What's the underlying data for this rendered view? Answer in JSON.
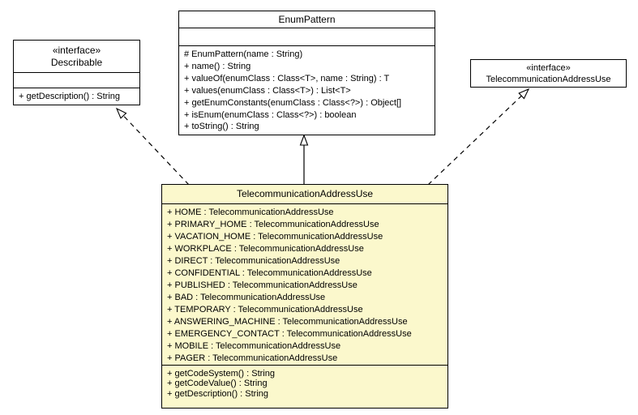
{
  "diagram": {
    "type": "uml-class-diagram",
    "colors": {
      "background": "#ffffff",
      "box_fill": "#ffffff",
      "highlight_fill": "#fbf8cc",
      "border": "#000000",
      "text": "#000000"
    },
    "describable": {
      "stereotype": "«interface»",
      "name": "Describable",
      "methods": [
        "+ getDescription() : String"
      ]
    },
    "enum_pattern": {
      "name": "EnumPattern",
      "methods": [
        "# EnumPattern(name : String)",
        "+ name() : String",
        "+ valueOf(enumClass : Class<T>, name : String) : T",
        "+ values(enumClass : Class<T>) : List<T>",
        "+ getEnumConstants(enumClass : Class<?>) : Object[]",
        "+ isEnum(enumClass : Class<?>) : boolean",
        "+ toString() : String"
      ]
    },
    "telecom_interface": {
      "stereotype": "«interface»",
      "name": "TelecommunicationAddressUse"
    },
    "telecom_class": {
      "name": "TelecommunicationAddressUse",
      "attributes": [
        "+ HOME : TelecommunicationAddressUse",
        "+ PRIMARY_HOME : TelecommunicationAddressUse",
        "+ VACATION_HOME : TelecommunicationAddressUse",
        "+ WORKPLACE : TelecommunicationAddressUse",
        "+ DIRECT : TelecommunicationAddressUse",
        "+ CONFIDENTIAL : TelecommunicationAddressUse",
        "+ PUBLISHED : TelecommunicationAddressUse",
        "+ BAD : TelecommunicationAddressUse",
        "+ TEMPORARY : TelecommunicationAddressUse",
        "+ ANSWERING_MACHINE : TelecommunicationAddressUse",
        "+ EMERGENCY_CONTACT : TelecommunicationAddressUse",
        "+ MOBILE : TelecommunicationAddressUse",
        "+ PAGER : TelecommunicationAddressUse"
      ],
      "methods": [
        "+ getCodeSystem() : String",
        "+ getCodeValue() : String",
        "+ getDescription() : String"
      ]
    },
    "relations": [
      {
        "type": "realization",
        "from": "TelecommunicationAddressUse",
        "to": "Describable",
        "line": "dashed",
        "arrowhead": "hollow-triangle"
      },
      {
        "type": "generalization",
        "from": "TelecommunicationAddressUse",
        "to": "EnumPattern",
        "line": "solid",
        "arrowhead": "hollow-triangle"
      },
      {
        "type": "realization",
        "from": "TelecommunicationAddressUse",
        "to": "TelecommunicationAddressUse",
        "line": "dashed",
        "arrowhead": "hollow-triangle"
      }
    ]
  }
}
